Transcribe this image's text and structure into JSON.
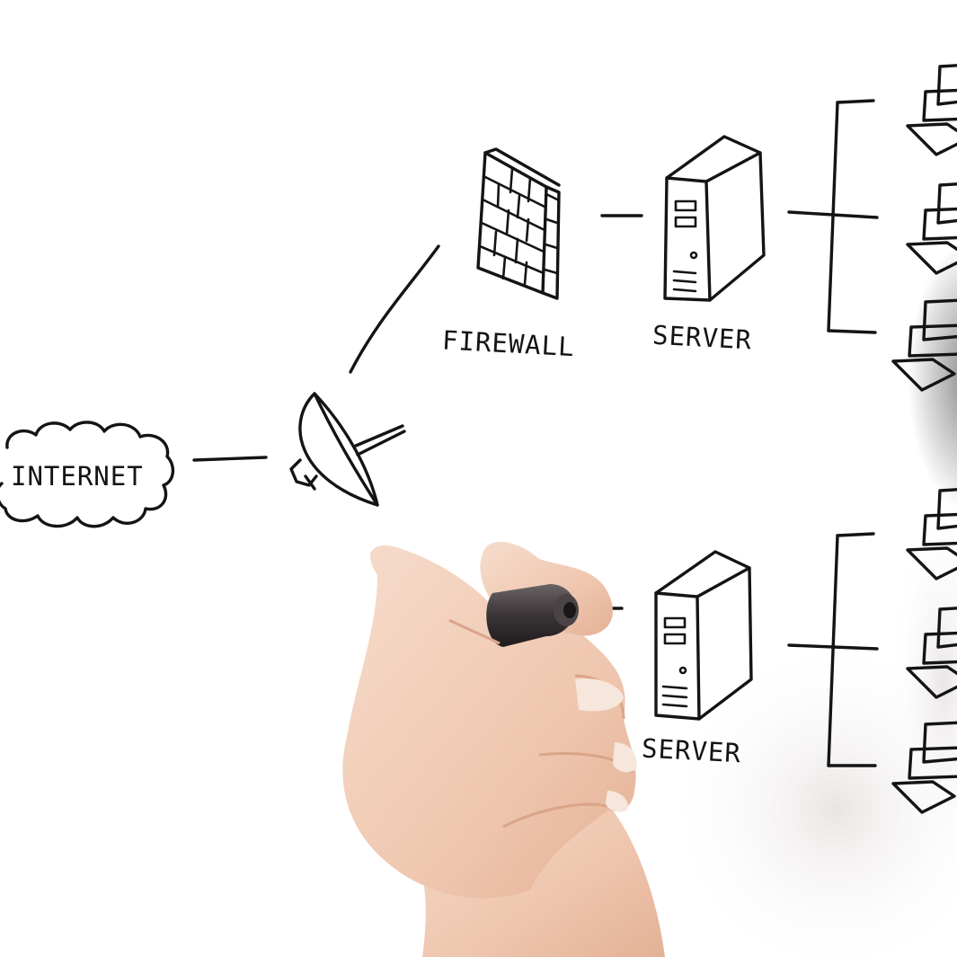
{
  "labels": {
    "internet": "INTERNET",
    "firewall": "FIREWALL",
    "server_top": "SERVER",
    "server_bottom": "SERVER"
  },
  "colors": {
    "background": "#ffffff",
    "ink": "#141414",
    "skin": "#f1cdb8",
    "marker_body": "#3e3a3c"
  }
}
